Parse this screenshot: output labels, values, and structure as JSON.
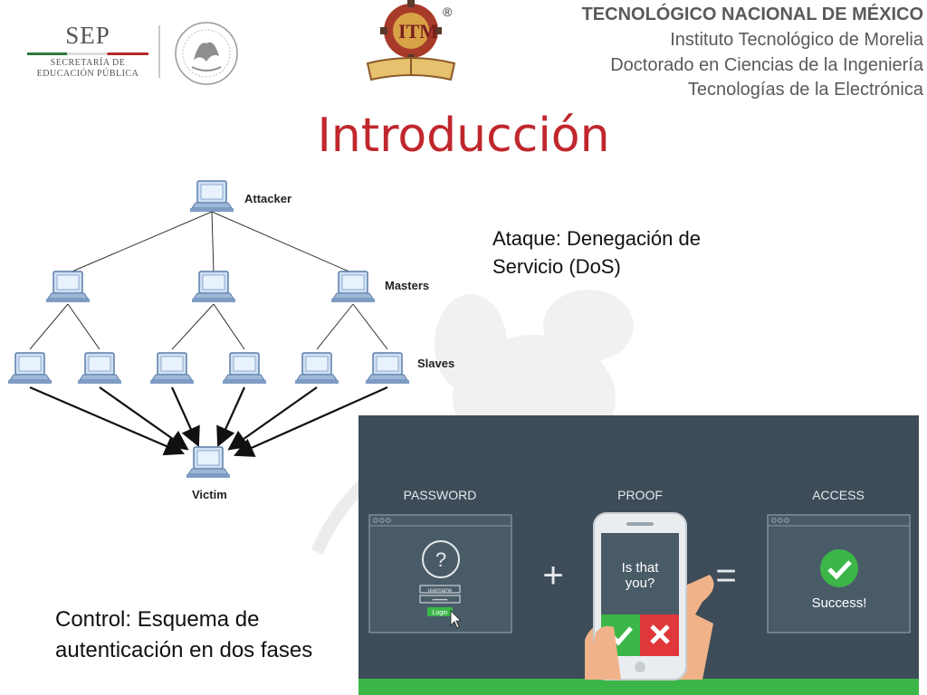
{
  "header": {
    "sep": {
      "word": "SEP",
      "line1": "SECRETARÍA DE",
      "line2": "EDUCACIÓN PÚBLICA"
    },
    "itm_reg": "®",
    "institution_lines": [
      "TECNOLÓGICO NACIONAL DE MÉXICO",
      "Instituto Tecnológico de Morelia",
      "Doctorado en Ciencias de la Ingeniería",
      "Tecnologías de la Electrónica"
    ]
  },
  "slide": {
    "title": "Introducción",
    "attack_text": [
      "Ataque: Denegación de",
      "Servicio (DoS)"
    ],
    "control_text": [
      "Control: Esquema de",
      "autenticación en dos fases"
    ]
  },
  "ddos": {
    "labels": {
      "attacker": "Attacker",
      "masters": "Masters",
      "slaves": "Slaves",
      "victim": "Victim"
    }
  },
  "twofa": {
    "password": "PASSWORD",
    "proof": "PROOF",
    "access": "ACCESS",
    "question_mark": "?",
    "username_field": "username",
    "password_field": "••••••••",
    "login": "Login",
    "phone_prompt": [
      "Is that",
      "you?"
    ],
    "plus": "+",
    "equals": "=",
    "success": "Success!",
    "colors": {
      "background": "#3d4c58",
      "panel": "#4a5b68",
      "accent_green": "#3cb648",
      "accent_red": "#e0373a"
    }
  }
}
